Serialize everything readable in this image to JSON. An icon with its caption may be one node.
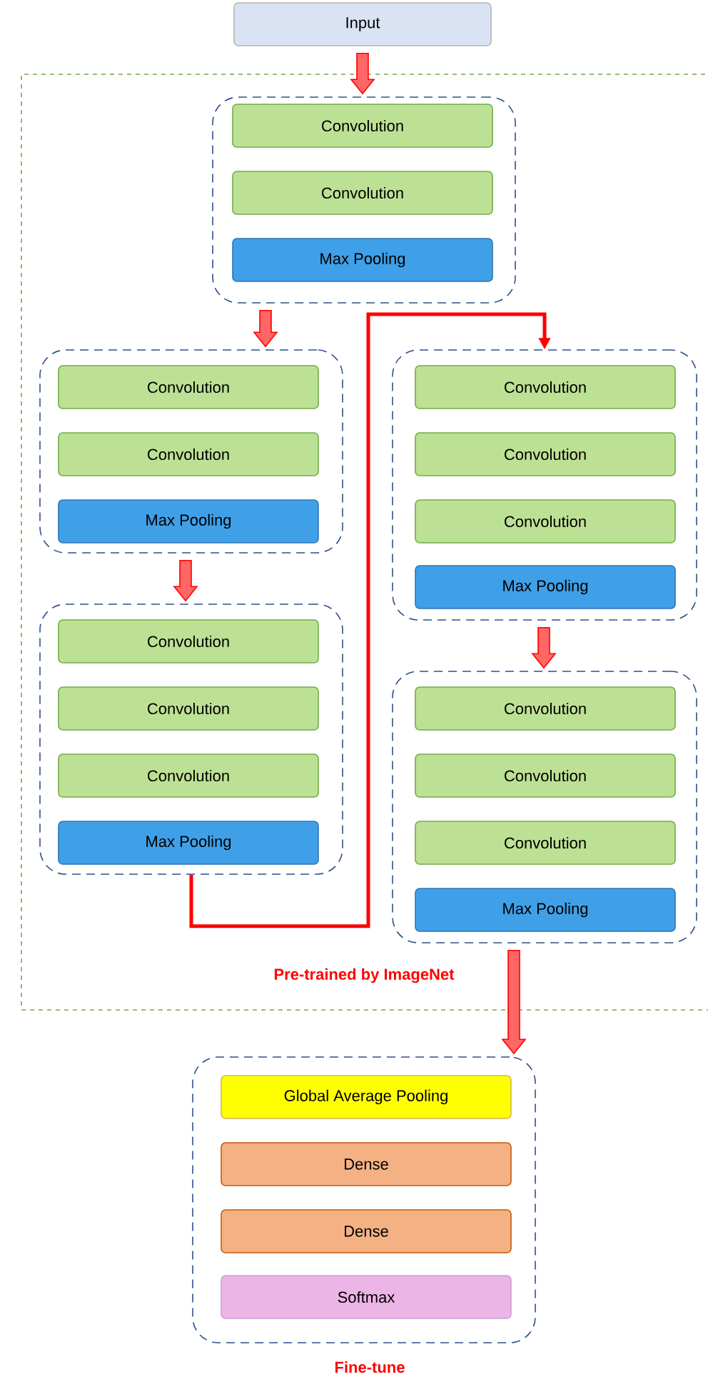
{
  "diagram": {
    "nodes": [
      {
        "text": [
          "Input"
        ]
      },
      {
        "text": [
          "Pre-trained by ImageNet"
        ]
      },
      {
        "text": [],
        "shape": "box",
        "in": 1
      },
      {
        "text": [
          "Convolution"
        ],
        "in": 2
      },
      {
        "text": [
          "Convolution"
        ],
        "in": 2
      },
      {
        "text": [
          "Max Pooling"
        ],
        "in": 2
      },
      {
        "text": [],
        "shape": "box",
        "in": 1
      },
      {
        "text": [
          "Convolution"
        ],
        "in": 6
      },
      {
        "text": [
          "Convolution"
        ],
        "in": 6
      },
      {
        "text": [
          "Max Pooling"
        ],
        "in": 6
      },
      {
        "text": [],
        "shape": "box",
        "in": 1
      },
      {
        "text": [
          "Convolution"
        ],
        "in": 10
      },
      {
        "text": [
          "Convolution"
        ],
        "in": 10
      },
      {
        "text": [
          "Convolution"
        ],
        "in": 10
      },
      {
        "text": [
          "Max Pooling"
        ],
        "in": 10
      },
      {
        "text": [],
        "shape": "box",
        "in": 1
      },
      {
        "text": [
          "Convolution"
        ],
        "in": 15
      },
      {
        "text": [
          "Convolution"
        ],
        "in": 15
      },
      {
        "text": [
          "Convolution"
        ],
        "in": 15
      },
      {
        "text": [
          "Max Pooling"
        ],
        "in": 15
      },
      {
        "text": [],
        "shape": "box",
        "in": 1
      },
      {
        "text": [
          "Convolution"
        ],
        "in": 20
      },
      {
        "text": [
          "Convolution"
        ],
        "in": 20
      },
      {
        "text": [
          "Convolution"
        ],
        "in": 20
      },
      {
        "text": [
          "Max Pooling"
        ],
        "in": 20
      },
      {
        "text": [
          "Fine-tune"
        ]
      },
      {
        "text": [
          "Global Average Pooling"
        ],
        "in": 25
      },
      {
        "text": [
          "Dense"
        ],
        "in": 25
      },
      {
        "text": [
          "Dense"
        ],
        "in": 25
      },
      {
        "text": [
          "Softmax"
        ],
        "in": 25
      }
    ],
    "edges": [
      {
        "from": 0,
        "to": 2,
        "arrow": "to"
      },
      {
        "from": 2,
        "to": 6,
        "arrow": "to"
      },
      {
        "from": 6,
        "to": 10,
        "arrow": "to"
      },
      {
        "from": 10,
        "to": 15,
        "arrow": "to"
      },
      {
        "from": 15,
        "to": 20,
        "arrow": "to"
      },
      {
        "from": 20,
        "to": 25,
        "arrow": "to"
      }
    ]
  }
}
